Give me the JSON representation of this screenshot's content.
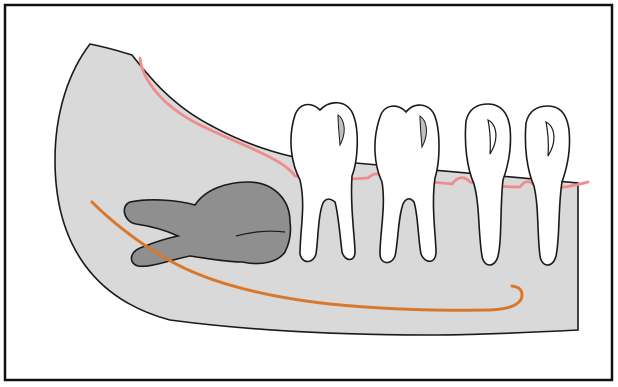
{
  "diagram": {
    "colors": {
      "background": "#ffffff",
      "frame": "#111111",
      "jawbone": "#d9d9d9",
      "jawbone_outline": "#1a1a1a",
      "gum_line": "#f08c8c",
      "tooth_fill": "#ffffff",
      "tooth_shade": "#bfbfbf",
      "impacted_tooth": "#8f8f8f",
      "nerve_canal": "#d9772a"
    },
    "elements": [
      "jawbone",
      "gum-line",
      "molar-tooth",
      "molar-tooth",
      "premolar-tooth",
      "premolar-tooth",
      "impacted-wisdom-tooth",
      "nerve-canal"
    ]
  }
}
